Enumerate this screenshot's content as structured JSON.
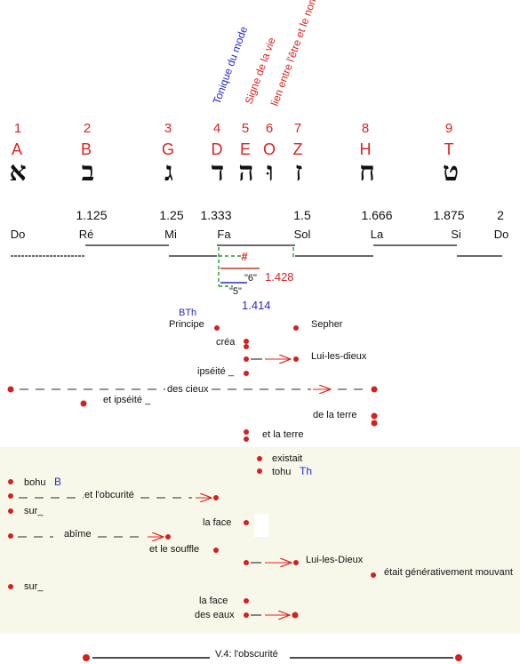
{
  "colors": {
    "accent": "#e0201c",
    "blue": "#2a2ad0",
    "green": "#1e9e2a",
    "panel": "#f8f8ea",
    "dot": "#d42020",
    "dash": "#2b2b2b"
  },
  "rotated_labels": [
    {
      "text": "Tonique du mode",
      "color": "#2a2ad0"
    },
    {
      "text": "Signe de la vie",
      "color": "#e0201c"
    },
    {
      "text": "lien entre l'être et le non être",
      "color": "#e0201c"
    }
  ],
  "letters": [
    {
      "num": "1",
      "latin": "A",
      "hebrew": "א"
    },
    {
      "num": "2",
      "latin": "B",
      "hebrew": "ב"
    },
    {
      "num": "3",
      "latin": "G",
      "hebrew": "ג"
    },
    {
      "num": "4",
      "latin": "D",
      "hebrew": "ד"
    },
    {
      "num": "5",
      "latin": "E",
      "hebrew": "ה"
    },
    {
      "num": "6",
      "latin": "O",
      "hebrew": "וּ"
    },
    {
      "num": "7",
      "latin": "Z",
      "hebrew": "ז"
    },
    {
      "num": "8",
      "latin": "H",
      "hebrew": "ח"
    },
    {
      "num": "9",
      "latin": "T",
      "hebrew": "ט"
    }
  ],
  "ratios": [
    "1.125",
    "1.25",
    "1.333",
    "1.5",
    "1.666",
    "1.875",
    "2"
  ],
  "notes": [
    "Do",
    "Ré",
    "Mi",
    "Fa",
    "Sol",
    "La",
    "Si",
    "Do"
  ],
  "scale_marks": {
    "sharp": "#",
    "six": "\"6\"",
    "six_value": "1.428",
    "five": "\"5\"",
    "five_value": "1.414"
  },
  "words": {
    "bth": "BTh",
    "principe": "Principe",
    "sepher": "Sepher",
    "crea": "créa",
    "lui_les_dieux": "Lui-les-dieux",
    "ipseite": "ipséité _",
    "des_cieux": "des cieux",
    "et_ipseite": "et ipséité _",
    "de_la_terre": "de la terre",
    "et_la_terre": "et la terre",
    "existait": "existait",
    "tohu": "tohu",
    "th": "Th",
    "bohu": "bohu",
    "b": "B",
    "et_obscurite": "et l'obcurité",
    "sur_1": "sur_",
    "la_face_1": "la face",
    "abime": "abîme",
    "et_le_souffle": "et le souffle",
    "lui_les_dieux_2": "Lui-les-Dieux",
    "etait": "était générativement mouvant",
    "sur_2": "sur_",
    "la_face_2": "la face",
    "des_eaux": "des eaux",
    "v4": "V.4:  l'obscurité"
  }
}
